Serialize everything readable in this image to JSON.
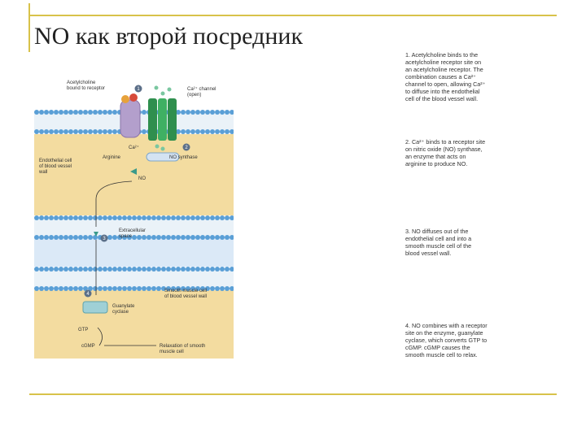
{
  "slide": {
    "title": "NO как второй посредник"
  },
  "diagram": {
    "labels": {
      "acetylcholine": "Acetylcholine",
      "bound_to_receptor": "bound to receptor",
      "ca_channel": "Ca²⁺ channel",
      "open": "(open)",
      "ca": "Ca²⁺",
      "arginine": "Arginine",
      "no_synthase": "NO synthase",
      "no": "NO",
      "endothelial_1": "Endothelial cell",
      "endothelial_2": "of blood vessel",
      "endothelial_3": "wall",
      "extracellular_1": "Extracellular",
      "extracellular_2": "space",
      "smooth_1": "Smooth muscle cell",
      "smooth_2": "of blood vessel wall",
      "guanylate_1": "Guanylate",
      "guanylate_2": "cyclase",
      "gtp": "GTP",
      "cgmp": "cGMP",
      "relaxation_1": "Relaxation of smooth",
      "relaxation_2": "muscle cell"
    },
    "badges": [
      "1",
      "2",
      "3",
      "4"
    ],
    "colors": {
      "membrane_head": "#5a9fd6",
      "cytoplasm": "#f3dca0",
      "extracellular": "#dbe9f7",
      "receptor": "#b39fcc",
      "channel": "#3aa05a",
      "enzyme": "#9fd0d6"
    }
  },
  "steps": [
    {
      "lines": [
        "1. Acetylcholine binds to the",
        "acetylcholine receptor site on",
        "an acetylcholine receptor. The",
        "combination causes a Ca²⁺",
        "channel to open, allowing Ca²⁺",
        "to diffuse into the endothelial",
        "cell of the blood vessel wall."
      ]
    },
    {
      "lines": [
        "2. Ca²⁺ binds to a receptor site",
        "on nitric oxide (NO) synthase,",
        "an enzyme that acts on",
        "arginine to produce NO."
      ]
    },
    {
      "lines": [
        "3. NO diffuses out of the",
        "endothelial cell and into a",
        "smooth muscle cell of the",
        "blood vessel wall."
      ]
    },
    {
      "lines": [
        "4. NO combines with a receptor",
        "site on the enzyme, guanylate",
        "cyclase, which converts GTP to",
        "cGMP. cGMP causes the",
        "smooth muscle cell to relax."
      ]
    }
  ]
}
